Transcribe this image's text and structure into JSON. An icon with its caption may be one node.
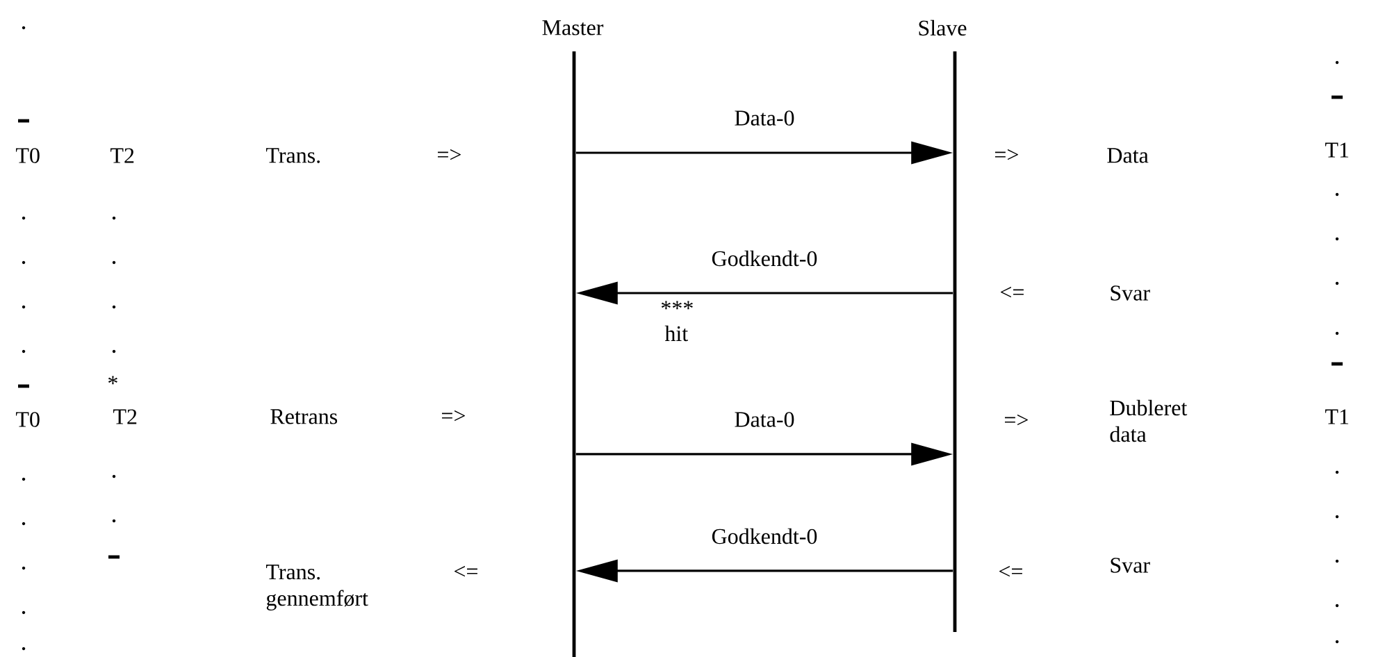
{
  "diagram": {
    "nodes": [
      {
        "text": [],
        "shape": "bar",
        "beside": [
          "Master"
        ]
      },
      {
        "text": [],
        "shape": "bar",
        "beside": [
          "Slave"
        ]
      }
    ],
    "edges": [
      {
        "from": 0,
        "to": 1,
        "arrow": "to",
        "label": "Data-0"
      },
      {
        "from": 1,
        "to": 0,
        "arrow": "to",
        "label": "Godkendt-0"
      },
      {
        "from": 0,
        "to": 1,
        "arrow": "to",
        "label": "Data-0"
      },
      {
        "from": 1,
        "to": 0,
        "arrow": "to",
        "label": "Godkendt-0"
      }
    ],
    "labels": [
      "T0",
      "T2",
      "Trans.",
      "=>",
      "=>",
      "Data",
      "T1",
      "<=",
      "Svar",
      "***",
      "hit",
      "*",
      "T0",
      "T2",
      "Retrans",
      "=>",
      "=>",
      "Dubleret data",
      "T1",
      "Trans. gennemført",
      "<=",
      "<=",
      "Svar"
    ]
  }
}
